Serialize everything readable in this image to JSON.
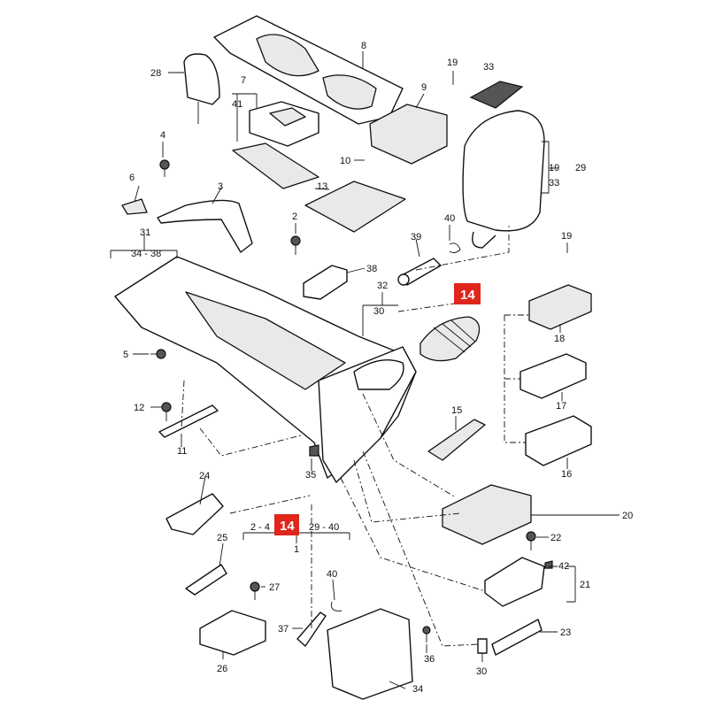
{
  "diagram": {
    "highlight_color": "#e0251b",
    "highlight_label": "14",
    "callouts": [
      {
        "id": "c8",
        "text": "8"
      },
      {
        "id": "c19a",
        "text": "19"
      },
      {
        "id": "c33a",
        "text": "33"
      },
      {
        "id": "c28",
        "text": "28"
      },
      {
        "id": "c7",
        "text": "7"
      },
      {
        "id": "c41",
        "text": "41"
      },
      {
        "id": "c9",
        "text": "9"
      },
      {
        "id": "c4",
        "text": "4"
      },
      {
        "id": "c10",
        "text": "10"
      },
      {
        "id": "c19b",
        "text": "19"
      },
      {
        "id": "c29",
        "text": "29"
      },
      {
        "id": "c33b",
        "text": "33"
      },
      {
        "id": "c6",
        "text": "6"
      },
      {
        "id": "c3",
        "text": "3"
      },
      {
        "id": "c13",
        "text": "13"
      },
      {
        "id": "c2",
        "text": "2"
      },
      {
        "id": "c40a",
        "text": "40"
      },
      {
        "id": "c31",
        "text": "31"
      },
      {
        "id": "c34_38",
        "text": "34 - 38"
      },
      {
        "id": "c39",
        "text": "39"
      },
      {
        "id": "c19c",
        "text": "19"
      },
      {
        "id": "c38",
        "text": "38"
      },
      {
        "id": "c32",
        "text": "32"
      },
      {
        "id": "c30a",
        "text": "30"
      },
      {
        "id": "c18",
        "text": "18"
      },
      {
        "id": "c5",
        "text": "5"
      },
      {
        "id": "c12",
        "text": "12"
      },
      {
        "id": "c15",
        "text": "15"
      },
      {
        "id": "c17",
        "text": "17"
      },
      {
        "id": "c11",
        "text": "11"
      },
      {
        "id": "c16",
        "text": "16"
      },
      {
        "id": "c35",
        "text": "35"
      },
      {
        "id": "c24",
        "text": "24"
      },
      {
        "id": "c20",
        "text": "20"
      },
      {
        "id": "c2_4",
        "text": "2 - 4"
      },
      {
        "id": "c29_40",
        "text": "29 - 40"
      },
      {
        "id": "c22",
        "text": "22"
      },
      {
        "id": "c1",
        "text": "1"
      },
      {
        "id": "c25",
        "text": "25"
      },
      {
        "id": "c42",
        "text": "42"
      },
      {
        "id": "c21",
        "text": "21"
      },
      {
        "id": "c40b",
        "text": "40"
      },
      {
        "id": "c27",
        "text": "27"
      },
      {
        "id": "c37",
        "text": "37"
      },
      {
        "id": "c36",
        "text": "36"
      },
      {
        "id": "c23",
        "text": "23"
      },
      {
        "id": "c26",
        "text": "26"
      },
      {
        "id": "c30b",
        "text": "30"
      },
      {
        "id": "c34",
        "text": "34"
      }
    ]
  }
}
